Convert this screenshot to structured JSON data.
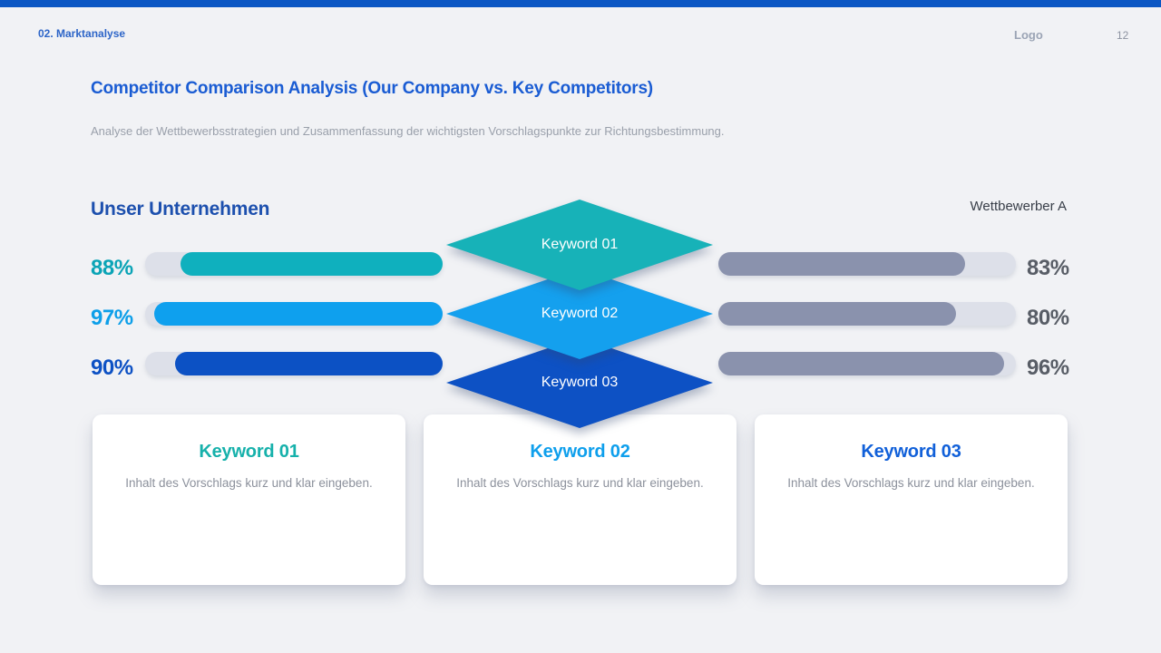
{
  "header": {
    "breadcrumb": "02. Marktanalyse",
    "logo": "Logo",
    "page_number": "12"
  },
  "title": "Competitor Comparison Analysis (Our Company vs. Key Competitors)",
  "subtitle": "Analyse der Wettbewerbsstrategien und Zusammenfassung der wichtigsten Vorschlagspunkte zur Richtungsbestimmung.",
  "comparison": {
    "left_group_label": "Unser Unternehmen",
    "right_group_label": "Wettbewerber A",
    "rows": [
      {
        "keyword": "Keyword 01",
        "our_percent_label": "88%",
        "our_value": 88,
        "competitor_percent_label": "83%",
        "competitor_value": 83,
        "accent_color": "#0FB0BE"
      },
      {
        "keyword": "Keyword 02",
        "our_percent_label": "97%",
        "our_value": 97,
        "competitor_percent_label": "80%",
        "competitor_value": 80,
        "accent_color": "#0EA0EE"
      },
      {
        "keyword": "Keyword 03",
        "our_percent_label": "90%",
        "our_value": 90,
        "competitor_percent_label": "96%",
        "competitor_value": 96,
        "accent_color": "#0C51C4"
      }
    ]
  },
  "cards": [
    {
      "title": "Keyword 01",
      "body": "Inhalt des Vorschlags kurz und klar eingeben.",
      "accent_color": "#16B1AB"
    },
    {
      "title": "Keyword 02",
      "body": "Inhalt des Vorschlags kurz und klar eingeben.",
      "accent_color": "#0E9FEC"
    },
    {
      "title": "Keyword 03",
      "body": "Inhalt des Vorschlags kurz und klar eingeben.",
      "accent_color": "#1160D9"
    }
  ],
  "colors": {
    "top_bar": "#0B57C4",
    "background": "#F1F2F5",
    "bar_track": "#DDE0E9",
    "competitor_fill": "#8A92AD",
    "competitor_text": "#585D66",
    "title_blue": "#1A5CD3"
  },
  "chart_data": {
    "type": "bar",
    "categories": [
      "Keyword 01",
      "Keyword 02",
      "Keyword 03"
    ],
    "series": [
      {
        "name": "Unser Unternehmen",
        "values": [
          88,
          97,
          90
        ]
      },
      {
        "name": "Wettbewerber A",
        "values": [
          83,
          80,
          96
        ]
      }
    ],
    "title": "Competitor Comparison Analysis (Our Company vs. Key Competitors)",
    "xlabel": "",
    "ylabel": "",
    "ylim": [
      0,
      100
    ]
  }
}
